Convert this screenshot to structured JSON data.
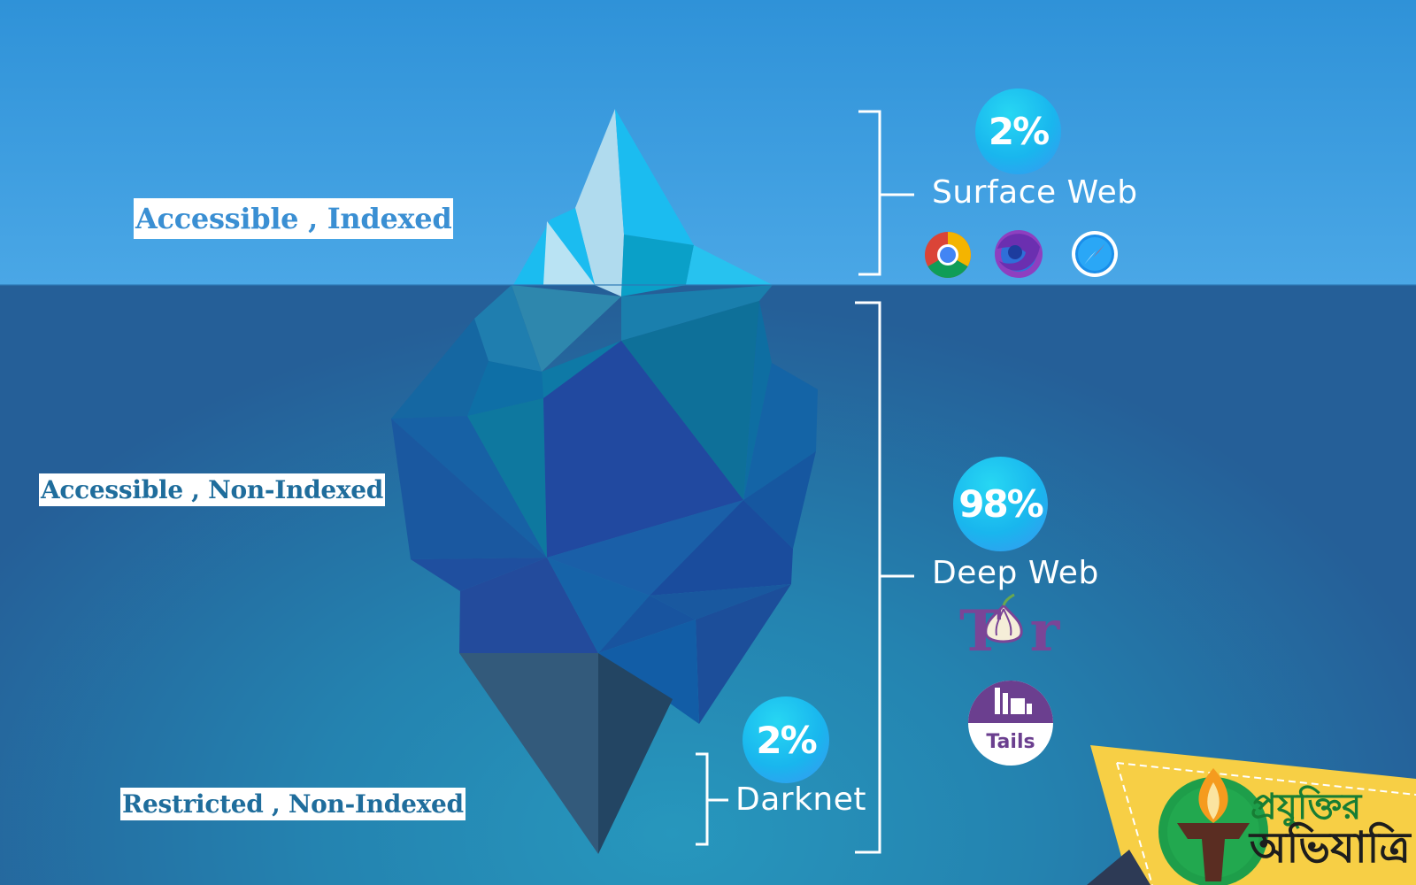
{
  "labels": {
    "top": "Accessible , Indexed",
    "middle": "Accessible , Non-Indexed",
    "bottom": "Restricted , Non-Indexed"
  },
  "layers": {
    "surface": {
      "percent": "2%",
      "name": "Surface Web",
      "icons": [
        "chrome-icon",
        "firefox-icon",
        "safari-icon"
      ]
    },
    "deep": {
      "percent": "98%",
      "name": "Deep Web",
      "icons": [
        "tor-logo",
        "tails-logo"
      ]
    },
    "dark": {
      "percent": "2%",
      "name": "Darknet"
    }
  },
  "tor": {
    "text_t": "T",
    "text_r": "r"
  },
  "tails": {
    "text": "Tails"
  },
  "brand": {
    "line1": "প্রযুক্তির",
    "line2": "অভিযাত্রি"
  },
  "colors": {
    "sky": "#3b9de0",
    "sea": "#2483b0",
    "accent": "#1bbdf0",
    "tor": "#7a4597",
    "brand_yellow": "#f7cf45"
  }
}
